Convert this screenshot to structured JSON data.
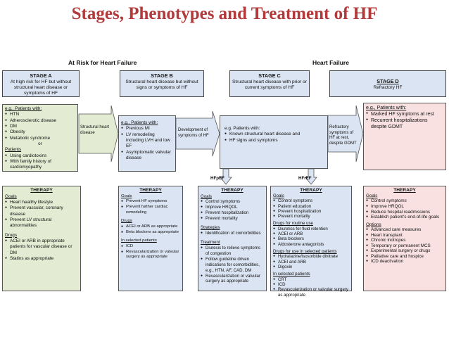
{
  "title": "Stages, Phenotypes and Treatment of HF",
  "at_risk": "At Risk for Heart Failure",
  "heart_failure": "Heart Failure",
  "stages": [
    {
      "name": "STAGE A",
      "desc": "At high risk for HF but without structural heart disease or symptoms of HF"
    },
    {
      "name": "STAGE B",
      "desc": "Structural heart disease but without signs or symptoms of HF"
    },
    {
      "name": "STAGE C",
      "desc": "Structural heart disease with prior or current symptoms of HF"
    },
    {
      "name": "STAGE D",
      "desc": "Refractory HF"
    }
  ],
  "examples": {
    "a": {
      "head": "e.g., Patients with:",
      "items": [
        "HTN",
        "Atherosclerotic disease",
        "DM",
        "Obesity",
        "Metabolic syndrome"
      ],
      "or": "or",
      "head2": "Patients",
      "items2": [
        "Using cardiotoxins",
        "With family history of cardiomyopathy"
      ]
    },
    "b": {
      "head": "e.g., Patients with:",
      "items": [
        "Previous MI",
        "LV remodeling including LVH and low EF",
        "Asymptomatic valvular disease"
      ]
    },
    "c": {
      "head": "e.g. Patients with:",
      "items": [
        "Known structural heart disease and",
        "HF signs and symptoms"
      ]
    },
    "d": {
      "head": "e.g., Patients with:",
      "items": [
        "Marked HF symptoms at rest",
        "Recurrent hospitalizations despite GDMT"
      ]
    }
  },
  "transitions": {
    "ab": "Structural heart disease",
    "bc": "Development of symptoms of HF",
    "cd": "Refractory symptoms of HF at rest, despite GDMT"
  },
  "phenotypes": {
    "p": "HFpEF",
    "r": "HFrEF"
  },
  "therapy": {
    "label": "THERAPY",
    "a": {
      "goals_h": "Goals",
      "goals": [
        "Heart healthy lifestyle",
        "Prevent vascular, coronary disease",
        "Prevent LV structural abnormalities"
      ],
      "drugs_h": "Drugs",
      "drugs": [
        "ACEI or ARB in appropriate patients for vascular disease or DM",
        "Statins as appropriate"
      ]
    },
    "b": {
      "goals_h": "Goals",
      "goals": [
        "Prevent HF symptoms",
        "Prevent further cardiac remodeling"
      ],
      "drugs_h": "Drugs",
      "drugs": [
        "ACEI or ARB as appropriate",
        "Beta blockers as appropriate"
      ],
      "sel_h": "In selected patients",
      "sel": [
        "ICD",
        "Revascularization or valvular surgery as appropriate"
      ]
    },
    "cp": {
      "goals_h": "Goals",
      "goals": [
        "Control symptoms",
        "Improve HRQOL",
        "Prevent hospitalization",
        "Prevent mortality"
      ],
      "str_h": "Strategies",
      "str": [
        "Identification of comorbidities"
      ],
      "tr_h": "Treatment",
      "tr": [
        "Diuresis to relieve symptoms of congestion",
        "Follow guideline driven indications for comorbidities, e.g., HTN, AF, CAD, DM",
        "Revascularization or valvular surgery as appropriate"
      ]
    },
    "cr": {
      "goals_h": "Goals",
      "goals": [
        "Control symptoms",
        "Patient education",
        "Prevent hospitalization",
        "Prevent mortality"
      ],
      "r_h": "Drugs for routine use",
      "r": [
        "Diuretics for fluid retention",
        "ACEI or ARB",
        "Beta blockers",
        "Aldosterone antagonists"
      ],
      "s_h": "Drugs for use in selected patients",
      "s": [
        "Hydralazine/isosorbide dinitrate",
        "ACEI and ARB",
        "Digoxin"
      ],
      "sel_h": "In selected patients",
      "sel": [
        "CRT",
        "ICD",
        "Revascularization or valvular surgery as appropriate"
      ]
    },
    "d": {
      "goals_h": "Goals",
      "goals": [
        "Control symptoms",
        "Improve HRQOL",
        "Reduce hospital readmissions",
        "Establish patient's end-of-life goals"
      ],
      "opt_h": "Options",
      "opt": [
        "Advanced care measures",
        "Heart transplant",
        "Chronic inotropes",
        "Temporary or permanent MCS",
        "Experimental surgery or drugs",
        "Palliative care and hospice",
        "ICD deactivation"
      ]
    }
  },
  "colors": {
    "title": "#b23a3a",
    "blue": "#dbe4f2",
    "green": "#e3ecd3",
    "pink": "#f8e1e0"
  }
}
